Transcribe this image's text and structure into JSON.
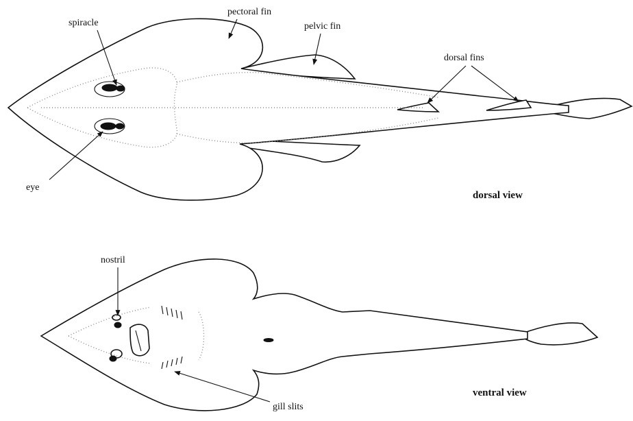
{
  "labels": {
    "spiracle": "spiracle",
    "pectoral_fin": "pectoral fin",
    "pelvic_fin": "pelvic fin",
    "dorsal_fins": "dorsal fins",
    "eye": "eye",
    "nostril": "nostril",
    "gill_slits": "gill slits"
  },
  "views": {
    "dorsal": "dorsal view",
    "ventral": "ventral view"
  }
}
